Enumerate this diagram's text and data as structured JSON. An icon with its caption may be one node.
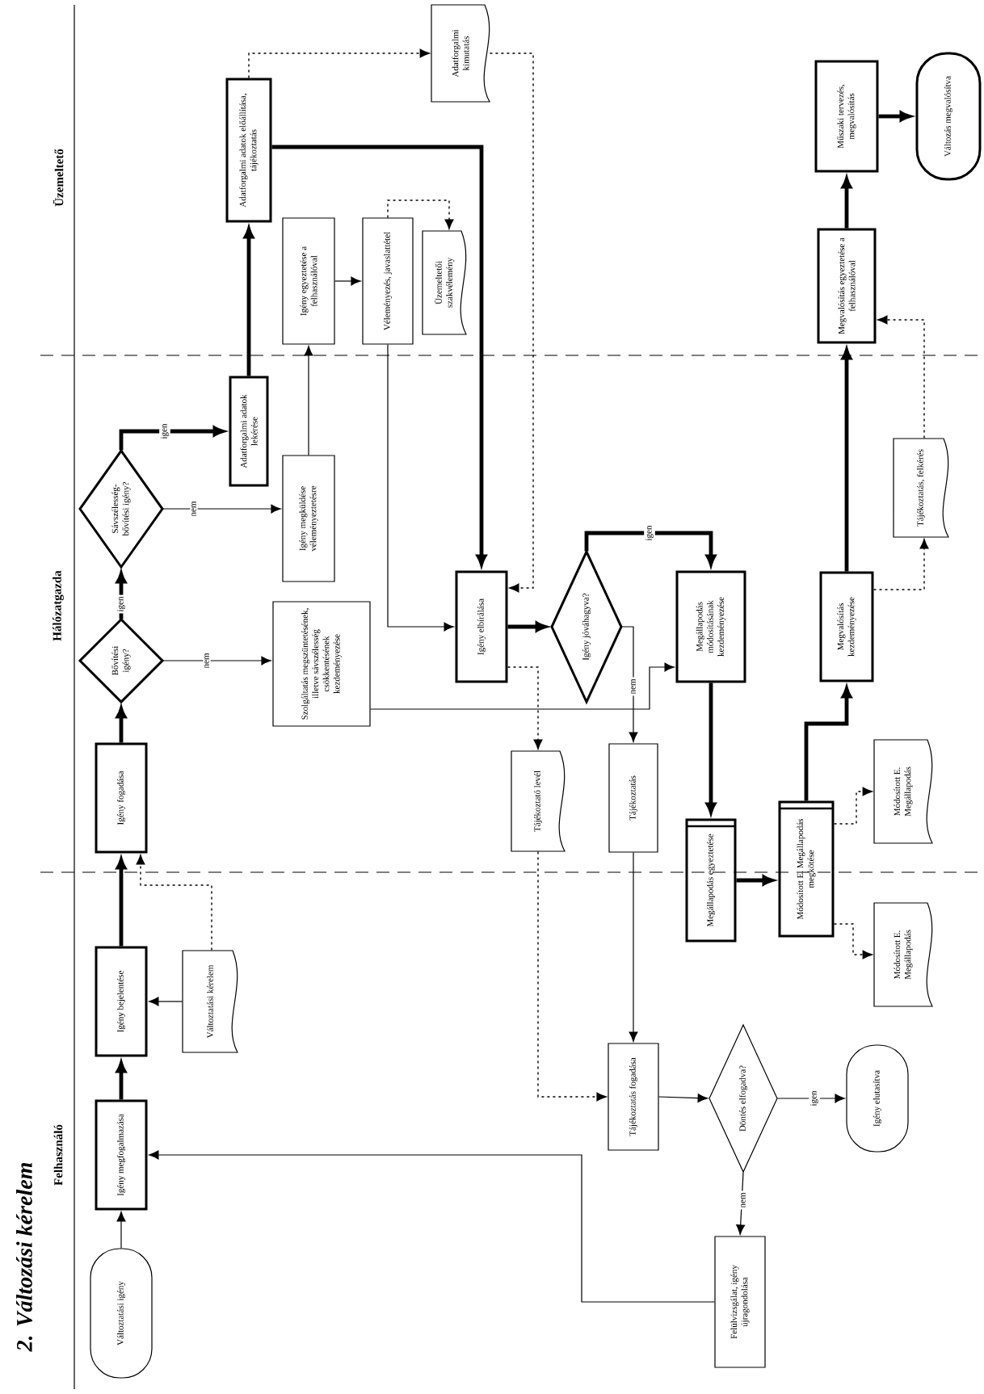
{
  "diagram": {
    "title": "2. Változási kérelem",
    "nodes": [
      {
        "text": [
          "Változtatási igény"
        ]
      },
      {
        "text": [
          "Igény megfogalmazása"
        ]
      },
      {
        "text": [
          "Igény bejelentése"
        ]
      },
      {
        "text": [
          "Változtatási kérelem"
        ]
      },
      {
        "text": [
          "Igény fogadása"
        ]
      },
      {
        "text": [
          "Bővítési igény?"
        ]
      },
      {
        "text": [
          "Sávszélesség-bővítési igény?"
        ]
      },
      {
        "text": [
          "Adatforgalmi adatok lekérése"
        ]
      },
      {
        "text": [
          "Igény megküldése véleményeztetésre"
        ]
      },
      {
        "text": [
          "Szolgáltatás megszüntetésének, illetve sávszélesség csökkentésének kezdeményezése"
        ]
      },
      {
        "text": [
          "Igény elbírálása"
        ]
      },
      {
        "text": [
          "Igény jóváhagyva?"
        ]
      },
      {
        "text": [
          "Megállapodás módosításának kezdeményezése"
        ]
      },
      {
        "text": [
          "Tájékoztató levél"
        ]
      },
      {
        "text": [
          "Tájékoztatás"
        ]
      },
      {
        "text": [
          "Megállapodás egyeztetése"
        ]
      },
      {
        "text": [
          "Módosított E. Megállapodás megkötése"
        ]
      },
      {
        "text": [
          "Módosított E. Megállapodás"
        ]
      },
      {
        "text": [
          "Módosított E. Megállapodás"
        ]
      },
      {
        "text": [
          "Megvalósítás kezdeményezése"
        ]
      },
      {
        "text": [
          "Tájékoztatás, felkérés"
        ]
      },
      {
        "text": [
          "Adatforgalmi adatok előállítása, tájékoztatás"
        ]
      },
      {
        "text": [
          "Adatforgalmi kimutatás"
        ]
      },
      {
        "text": [
          "Igény egyeztetése a felhasználóval"
        ]
      },
      {
        "text": [
          "Véleményezés, javaslattétel"
        ]
      },
      {
        "text": [
          "Üzemeltetői szakvélemény"
        ]
      },
      {
        "text": [
          "Megvalósítás egyeztetése a felhasználóval"
        ]
      },
      {
        "text": [
          "Műszaki tervezés, megvalósítás"
        ]
      },
      {
        "text": [
          "Változás megvalósítva"
        ]
      },
      {
        "text": [
          "Tájékoztatás fogadása"
        ]
      },
      {
        "text": [
          "Döntés elfogadva?"
        ]
      },
      {
        "text": [
          "Igény elutasítva"
        ]
      },
      {
        "text": [
          "Felülvizsgálat, igény újragondolása"
        ]
      }
    ],
    "edges": [
      {
        "from": 0,
        "to": 1,
        "arrow": "to"
      },
      {
        "from": 1,
        "to": 2,
        "arrow": "to",
        "style": "thick"
      },
      {
        "from": 3,
        "to": 2,
        "arrow": "to"
      },
      {
        "from": 2,
        "to": 4,
        "arrow": "to",
        "style": "thick"
      },
      {
        "from": 3,
        "to": 4,
        "arrow": "to",
        "style": "dashed"
      },
      {
        "from": 4,
        "to": 5,
        "arrow": "to",
        "style": "thick"
      },
      {
        "from": 5,
        "to": 6,
        "arrow": "to",
        "style": "thick",
        "label": "igen"
      },
      {
        "from": 5,
        "to": 9,
        "arrow": "to",
        "label": "nem"
      },
      {
        "from": 6,
        "to": 7,
        "arrow": "to",
        "style": "thick",
        "label": "igen"
      },
      {
        "from": 6,
        "to": 8,
        "arrow": "to",
        "label": "nem"
      },
      {
        "from": 7,
        "to": 21,
        "arrow": "to",
        "style": "thick"
      },
      {
        "from": 8,
        "to": 23,
        "arrow": "to"
      },
      {
        "from": 23,
        "to": 24,
        "arrow": "to"
      },
      {
        "from": 24,
        "to": 25,
        "arrow": "to",
        "style": "dashed"
      },
      {
        "from": 24,
        "to": 10,
        "arrow": "to"
      },
      {
        "from": 21,
        "to": 10,
        "arrow": "to",
        "style": "thick"
      },
      {
        "from": 21,
        "to": 22,
        "arrow": "to",
        "style": "dashed"
      },
      {
        "from": 10,
        "to": 11,
        "arrow": "to",
        "style": "thick"
      },
      {
        "from": 11,
        "to": 12,
        "arrow": "to",
        "style": "thick",
        "label": "igen"
      },
      {
        "from": 11,
        "to": 14,
        "arrow": "to",
        "label": "nem"
      },
      {
        "from": 9,
        "to": 12,
        "arrow": "to"
      },
      {
        "from": 10,
        "to": 13,
        "arrow": "to",
        "style": "dashed"
      },
      {
        "from": 22,
        "to": 10,
        "arrow": "to",
        "style": "dashed"
      },
      {
        "from": 12,
        "to": 15,
        "arrow": "to",
        "style": "thick"
      },
      {
        "from": 15,
        "to": 16,
        "arrow": "to",
        "style": "thick"
      },
      {
        "from": 16,
        "to": 17,
        "arrow": "to",
        "style": "dashed"
      },
      {
        "from": 16,
        "to": 18,
        "arrow": "to",
        "style": "dashed"
      },
      {
        "from": 16,
        "to": 19,
        "arrow": "to",
        "style": "thick"
      },
      {
        "from": 19,
        "to": 20,
        "arrow": "to",
        "style": "dashed"
      },
      {
        "from": 19,
        "to": 26,
        "arrow": "to",
        "style": "thick"
      },
      {
        "from": 20,
        "to": 26,
        "arrow": "to",
        "style": "dashed"
      },
      {
        "from": 26,
        "to": 27,
        "arrow": "to",
        "style": "thick"
      },
      {
        "from": 27,
        "to": 28,
        "arrow": "to",
        "style": "thick"
      },
      {
        "from": 14,
        "to": 29,
        "arrow": "to"
      },
      {
        "from": 13,
        "to": 29,
        "arrow": "to",
        "style": "dashed"
      },
      {
        "from": 29,
        "to": 30,
        "arrow": "to"
      },
      {
        "from": 30,
        "to": 31,
        "arrow": "to",
        "label": "igen"
      },
      {
        "from": 30,
        "to": 32,
        "arrow": "to",
        "label": "nem"
      },
      {
        "from": 32,
        "to": 1,
        "arrow": "to"
      }
    ],
    "labels": [
      "Üzemeltető",
      "Hálózatgazda",
      "Felhasználó"
    ]
  }
}
